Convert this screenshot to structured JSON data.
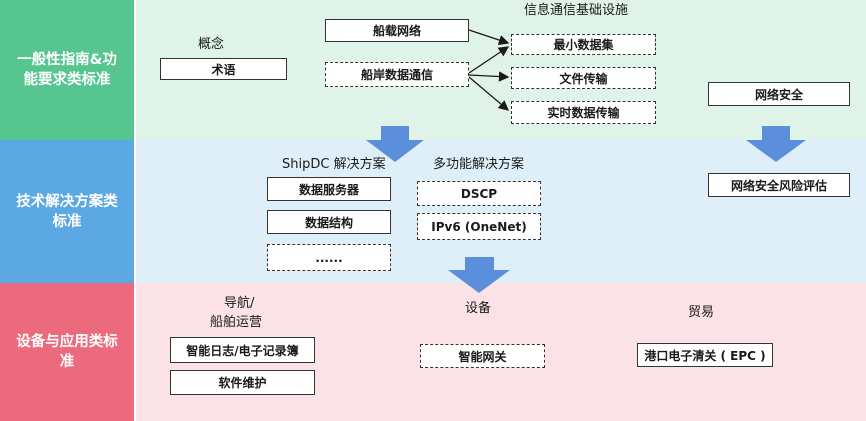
{
  "bands": [
    {
      "label": "一般性指南&功能要求类标准",
      "color": "#56c58f",
      "bg": "#dff3e8"
    },
    {
      "label": "技术解决方案类标准",
      "color": "#5ba8e2",
      "bg": "#deeff9"
    },
    {
      "label": "设备与应用类标准",
      "color": "#ec6a7d",
      "bg": "#fbe2e6"
    }
  ],
  "section1": {
    "concept_caption": "概念",
    "term_box": "术语",
    "infra_caption": "信息通信基础设施",
    "ship_network": "船载网络",
    "ship_shore": "船岸数据通信",
    "min_dataset": "最小数据集",
    "file_transfer": "文件传输",
    "realtime": "实时数据传输",
    "cyber_security": "网络安全"
  },
  "section2": {
    "shipdc_caption": "ShipDC 解决方案",
    "data_server": "数据服务器",
    "data_structure": "数据结构",
    "ellipsis": "......",
    "multi_caption": "多功能解决方案",
    "dscp": "DSCP",
    "ipv6": "IPv6 (OneNet)",
    "cyber_risk": "网络安全风险评估"
  },
  "section3": {
    "nav_caption_1": "导航/",
    "nav_caption_2": "船舶运营",
    "smart_log": "智能日志/电子记录簿",
    "software": "软件维护",
    "device_caption": "设备",
    "gateway": "智能网关",
    "trade_caption": "贸易",
    "epc": "港口电子清关 ( EPC )"
  },
  "arrow_color": "#5b8fdb"
}
